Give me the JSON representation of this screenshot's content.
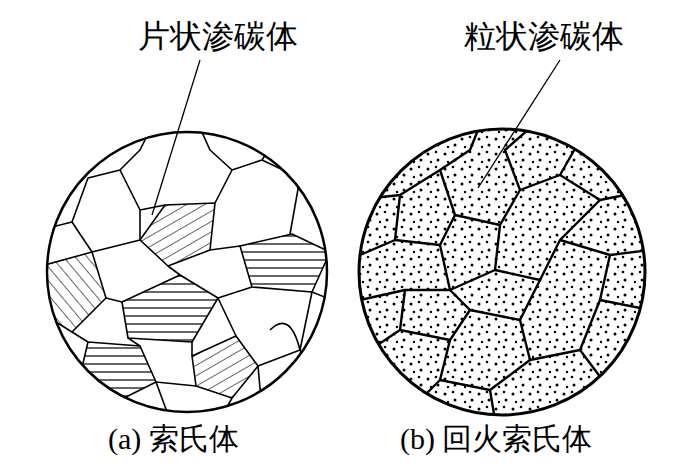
{
  "diagram": {
    "labels": [
      "片状渗碳体",
      "粒状渗碳体",
      "(a) 索氏体",
      "(b) 回火索氏体"
    ]
  }
}
